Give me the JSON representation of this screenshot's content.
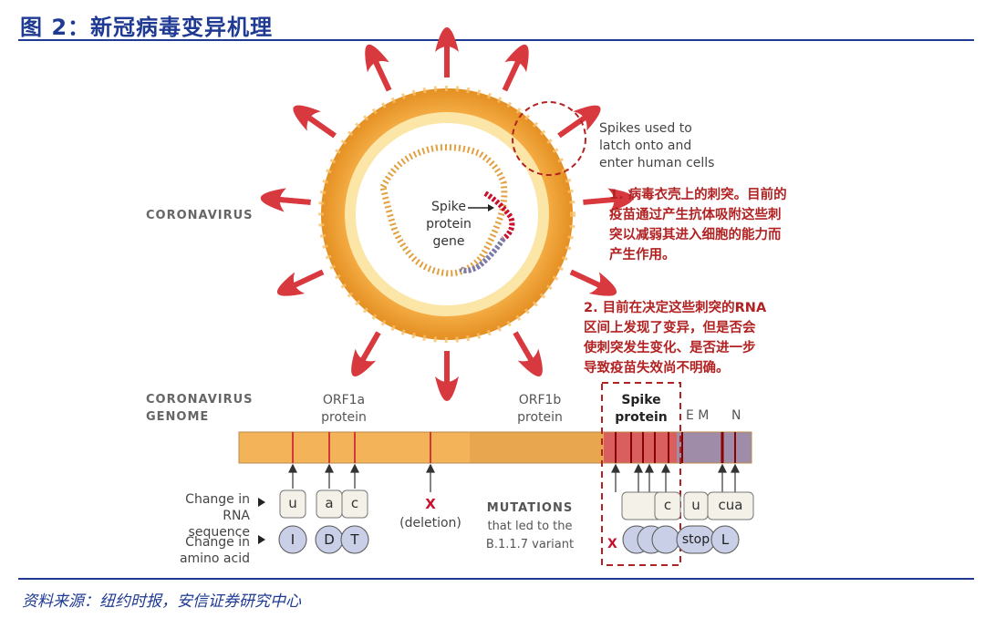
{
  "figure": {
    "title": "图 2：新冠病毒变异机理",
    "source": "资料来源：纽约时报，安信证券研究中心"
  },
  "virus": {
    "side_label": "CORONAVIRUS",
    "spike_note": [
      "Spikes used to",
      "latch onto and",
      "enter human cells"
    ],
    "gene_label": [
      "Spike",
      "protein",
      "gene"
    ]
  },
  "annotations": {
    "note1": [
      "1. 病毒衣壳上的刺突。目前的",
      "疫苗通过产生抗体吸附这些刺",
      "突以减弱其进入细胞的能力而",
      "产生作用。"
    ],
    "note2": [
      "2. 目前在决定这些刺突的RNA",
      "区间上发现了变异，但是否会",
      "使刺突发生变化、是否进一步",
      "导致疫苗失效尚不明确。"
    ]
  },
  "genome": {
    "side_label": [
      "CORONAVIRUS",
      "GENOME"
    ],
    "orf1a": [
      "ORF1a",
      "protein"
    ],
    "orf1b": [
      "ORF1b",
      "protein"
    ],
    "spike": [
      "Spike",
      "protein"
    ],
    "em": "E M",
    "n": "N"
  },
  "legend": {
    "rna": [
      "Change in",
      "RNA sequence"
    ],
    "amino": [
      "Change in",
      "amino acid"
    ]
  },
  "changes": {
    "rna": [
      "u",
      "a",
      "c"
    ],
    "amino": [
      "I",
      "D",
      "T"
    ],
    "deletion_x": "X",
    "deletion_label": "(deletion)",
    "spike_rna": [
      "c",
      "u",
      "cua"
    ],
    "spike_amino": [
      "stop",
      "L"
    ],
    "spike_x": "X"
  },
  "mutations": [
    "MUTATIONS",
    "that led to the",
    "B.1.1.7 variant"
  ],
  "colors": {
    "title_blue": "#1f3a93",
    "spike_red": "#d8393f",
    "note_red": "#b22222",
    "virus_orange": "#f3a33d"
  }
}
